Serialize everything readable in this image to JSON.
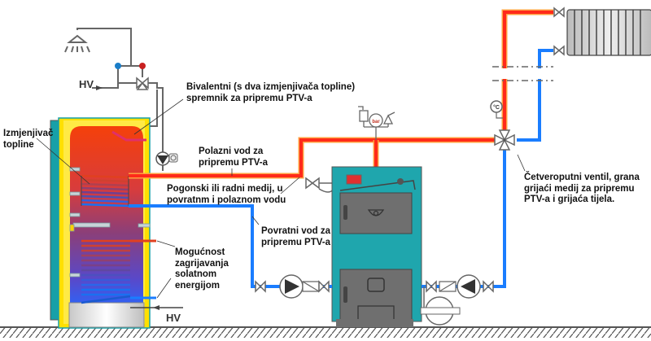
{
  "title": "Shema spoja kotla i bivalentnog spremnika za pripremu PTV-a",
  "colors": {
    "hot_pipe": "#ff2a1a",
    "hot_pipe_glow": "#ffa040",
    "cold_pipe": "#1a7dff",
    "boiler_body": "#1fa6ad",
    "boiler_door": "#6f6f6f",
    "tank_insulation": "#ffe000",
    "tank_jacket": "#17a0a8",
    "tank_top": "#f03a0a",
    "tank_bottom": "#3a5cf0",
    "outline": "#555555"
  },
  "labels": {
    "cold_water_top": "HV",
    "cold_water_bottom": "HV",
    "tank": [
      "Bivalentni (s dva izmjenjivača topline)",
      "spremnik za pripremu PTV-a"
    ],
    "heat_exchanger": [
      "Izmjenjivač",
      "topline"
    ],
    "supply_line": [
      "Polazni vod za",
      "pripremu PTV-a"
    ],
    "working_medium": [
      "Pogonski ili radni medij, u",
      "povratnm i polaznom vodu"
    ],
    "return_line": [
      "Povratni vod za",
      "pripremu PTV-a"
    ],
    "solar": [
      "Mogućnost",
      "zagrijavanja",
      "solatnom",
      "energijom"
    ],
    "four_way_valve": [
      "Četveroputni ventil, grana",
      "grijaći medij za pripremu",
      "PTV-a i grijaća tijela."
    ]
  },
  "instruments": {
    "pressure_gauge": "bar",
    "thermometer": "°C"
  },
  "components": [
    {
      "name": "shower",
      "icon": "shower-icon"
    },
    {
      "name": "thermostatic-mixing-valve",
      "icon": "mixing-valve-icon"
    },
    {
      "name": "bivalent-tank",
      "icon": "tank-icon"
    },
    {
      "name": "dhw-circulation-pump",
      "icon": "pump-icon"
    },
    {
      "name": "solid-fuel-boiler",
      "icon": "boiler-icon"
    },
    {
      "name": "safety-group",
      "icon": "safety-valve-icon"
    },
    {
      "name": "four-way-valve",
      "icon": "four-way-valve-icon"
    },
    {
      "name": "radiator",
      "icon": "radiator-icon"
    },
    {
      "name": "expansion-vessel",
      "icon": "expansion-vessel-icon"
    },
    {
      "name": "boiler-pump-left",
      "icon": "pump-icon"
    },
    {
      "name": "boiler-pump-right",
      "icon": "pump-icon"
    }
  ]
}
